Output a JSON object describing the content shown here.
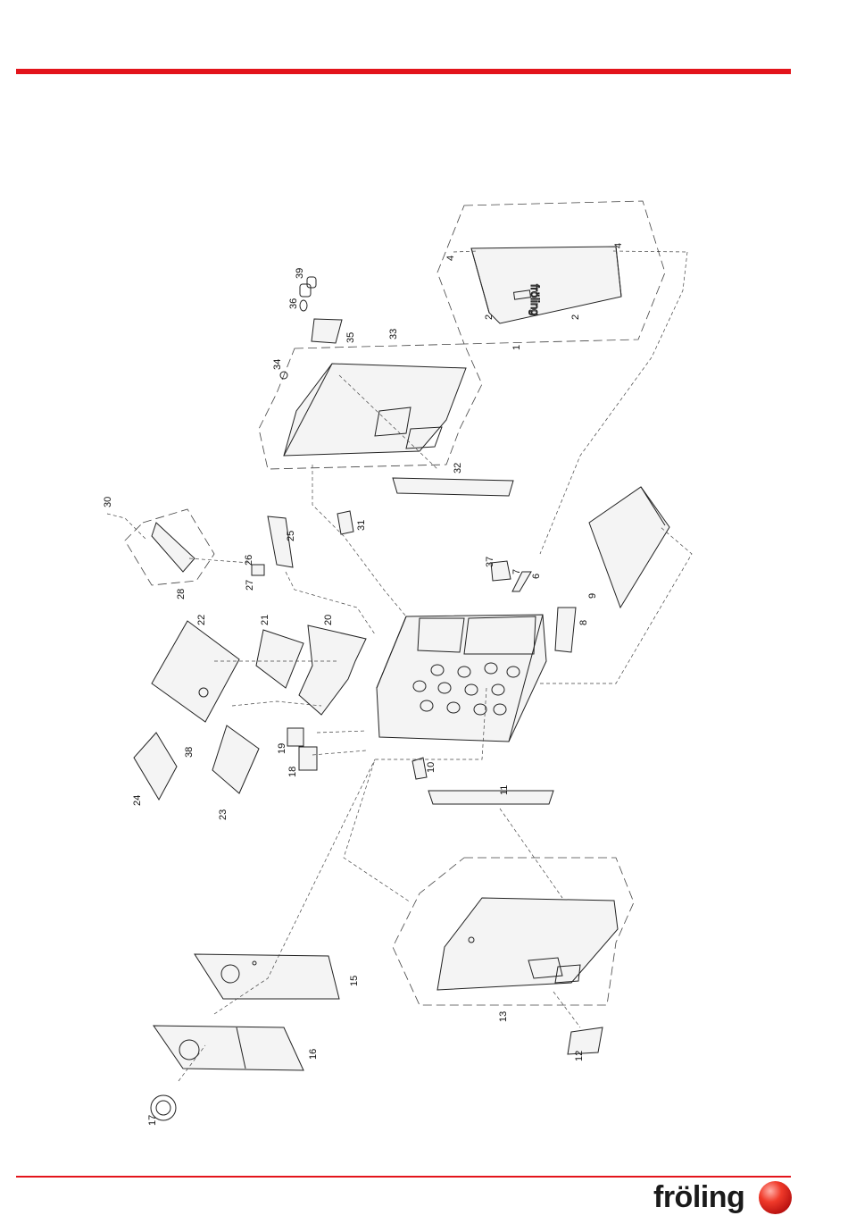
{
  "brand": {
    "name": "fröling",
    "accent_color": "#e3141b"
  },
  "diagram": {
    "type": "exploded-parts-view",
    "orientation": "rotated-90-ccw",
    "callouts": [
      {
        "id": "1",
        "label": "1"
      },
      {
        "id": "2a",
        "label": "2"
      },
      {
        "id": "2b",
        "label": "2"
      },
      {
        "id": "4a",
        "label": "4"
      },
      {
        "id": "4b",
        "label": "4"
      },
      {
        "id": "6",
        "label": "6"
      },
      {
        "id": "7",
        "label": "7"
      },
      {
        "id": "8",
        "label": "8"
      },
      {
        "id": "9",
        "label": "9"
      },
      {
        "id": "10",
        "label": "10"
      },
      {
        "id": "11",
        "label": "11"
      },
      {
        "id": "12",
        "label": "12"
      },
      {
        "id": "13",
        "label": "13"
      },
      {
        "id": "15",
        "label": "15"
      },
      {
        "id": "16",
        "label": "16"
      },
      {
        "id": "17",
        "label": "17"
      },
      {
        "id": "18",
        "label": "18"
      },
      {
        "id": "19",
        "label": "19"
      },
      {
        "id": "20",
        "label": "20"
      },
      {
        "id": "21",
        "label": "21"
      },
      {
        "id": "22",
        "label": "22"
      },
      {
        "id": "23",
        "label": "23"
      },
      {
        "id": "24",
        "label": "24"
      },
      {
        "id": "25",
        "label": "25"
      },
      {
        "id": "26",
        "label": "26"
      },
      {
        "id": "27",
        "label": "27"
      },
      {
        "id": "28",
        "label": "28"
      },
      {
        "id": "30",
        "label": "30"
      },
      {
        "id": "31",
        "label": "31"
      },
      {
        "id": "32",
        "label": "32"
      },
      {
        "id": "33",
        "label": "33"
      },
      {
        "id": "34",
        "label": "34"
      },
      {
        "id": "35",
        "label": "35"
      },
      {
        "id": "36",
        "label": "36"
      },
      {
        "id": "37",
        "label": "37"
      },
      {
        "id": "38",
        "label": "38"
      },
      {
        "id": "39",
        "label": "39"
      }
    ],
    "panel_logo_text": "fröling"
  }
}
